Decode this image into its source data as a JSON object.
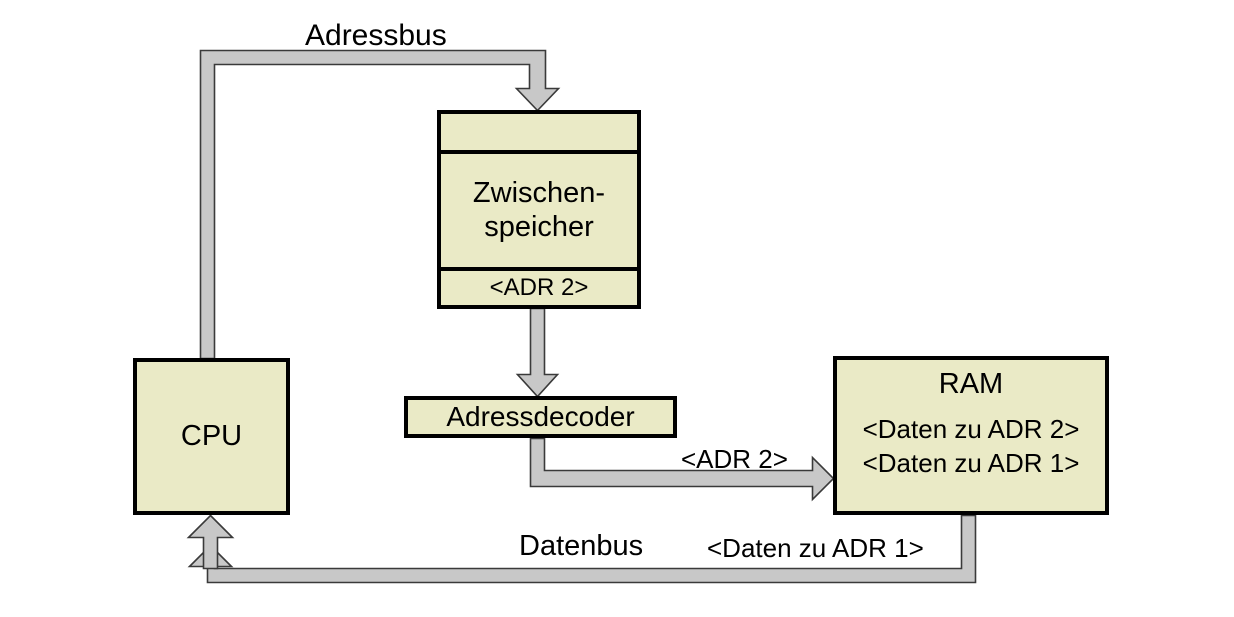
{
  "diagram": {
    "title": "CPU Zwischenspeicher Adressdecoder RAM Bus-Diagramm",
    "colors": {
      "box_fill": "#EAEAC6",
      "box_border": "#000000",
      "bus_fill": "#C8C8C8",
      "bus_stroke": "#3A3A3A",
      "background": "#FFFFFF",
      "text": "#000000"
    },
    "nodes": {
      "cpu": {
        "label": "CPU"
      },
      "zwischenspeicher": {
        "top_label": "",
        "main_label": "Zwischen-\nspeicher",
        "bottom_label": "<ADR 2>"
      },
      "adressdecoder": {
        "label": "Adressdecoder"
      },
      "ram": {
        "title": "RAM",
        "rows": [
          "<Daten zu ADR 2>",
          "<Daten zu ADR 1>"
        ]
      }
    },
    "buses": {
      "adressbus": {
        "label": "Adressbus"
      },
      "datenbus": {
        "label": "Datenbus",
        "payload": "<Daten zu ADR 1>"
      },
      "decoder_to_ram": {
        "label": "<ADR 2>"
      }
    }
  }
}
